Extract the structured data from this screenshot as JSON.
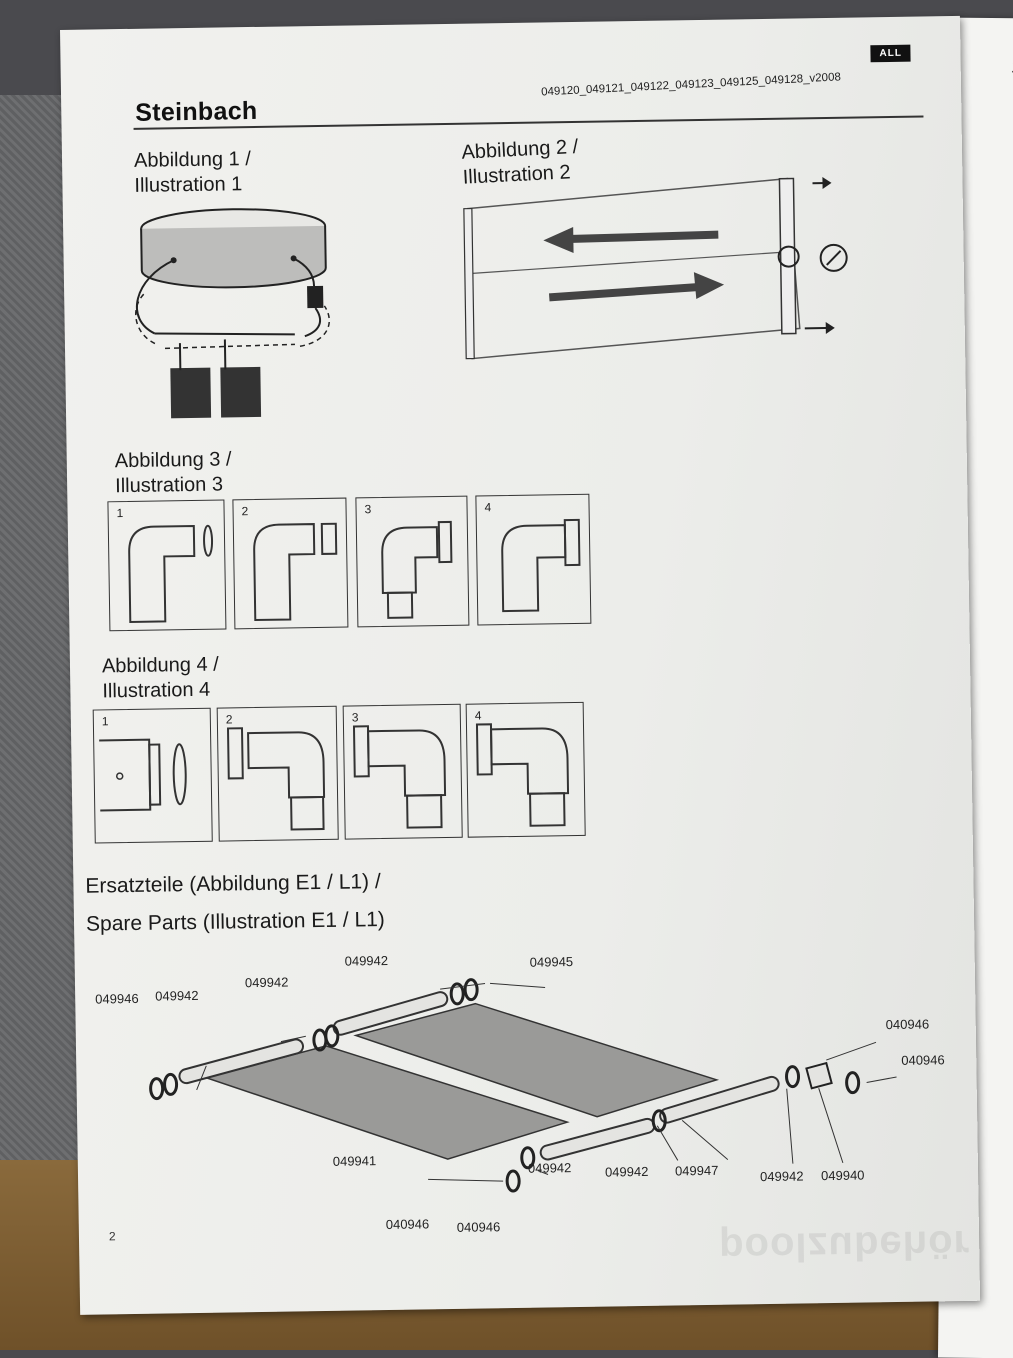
{
  "header": {
    "brand": "Steinbach",
    "doc_number": "049120_049121_049122_049123_049125_049128_v2008",
    "lang_badge": "ALL"
  },
  "figure1": {
    "caption_de": "Abbildung 1 /",
    "caption_en": "Illustration 1"
  },
  "figure2": {
    "caption_de": "Abbildung 2 /",
    "caption_en": "Illustration 2"
  },
  "figure3": {
    "caption_de": "Abbildung 3 /",
    "caption_en": "Illustration 3",
    "steps": [
      "1",
      "2",
      "3",
      "4"
    ]
  },
  "figure4": {
    "caption_de": "Abbildung 4 /",
    "caption_en": "Illustration 4",
    "steps": [
      "1",
      "2",
      "3",
      "4"
    ]
  },
  "spare_parts": {
    "caption_de": "Ersatzteile (Abbildung E1 / L1) /",
    "caption_en": "Spare Parts (Illustration E1 / L1)",
    "labels": {
      "top_mid": "049942",
      "top_right": "049945",
      "left_a": "049946",
      "left_b": "049942",
      "mid_a": "049942",
      "right_a": "040946",
      "right_b": "040946",
      "bottom_a": "049941",
      "bottom_b": "049942",
      "bottom_c": "049942",
      "bottom_d": "049947",
      "bottom_e": "049942",
      "bottom_f": "049940",
      "bottom_g": "040946",
      "bottom_h": "040946"
    }
  },
  "footer": {
    "page_number": "2",
    "watermark": "poolzubehör"
  }
}
